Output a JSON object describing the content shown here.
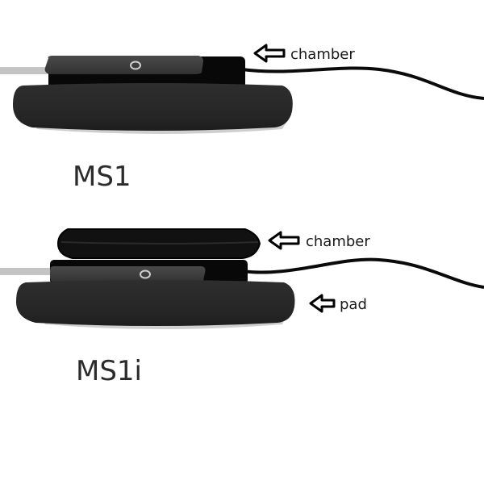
{
  "figures": [
    {
      "model_label": "MS1",
      "callouts": [
        "chamber"
      ]
    },
    {
      "model_label": "MS1i",
      "callouts": [
        "chamber",
        "pad"
      ]
    }
  ],
  "colors": {
    "device_dark": "#2d2d2d",
    "device_black": "#080808",
    "cable": "#0a0a0a",
    "sensor_cable": "#c4c4c4",
    "pad_base_highlight": "#cfcfcf"
  },
  "icon_names": [
    "hollow-arrow-left-icon"
  ]
}
